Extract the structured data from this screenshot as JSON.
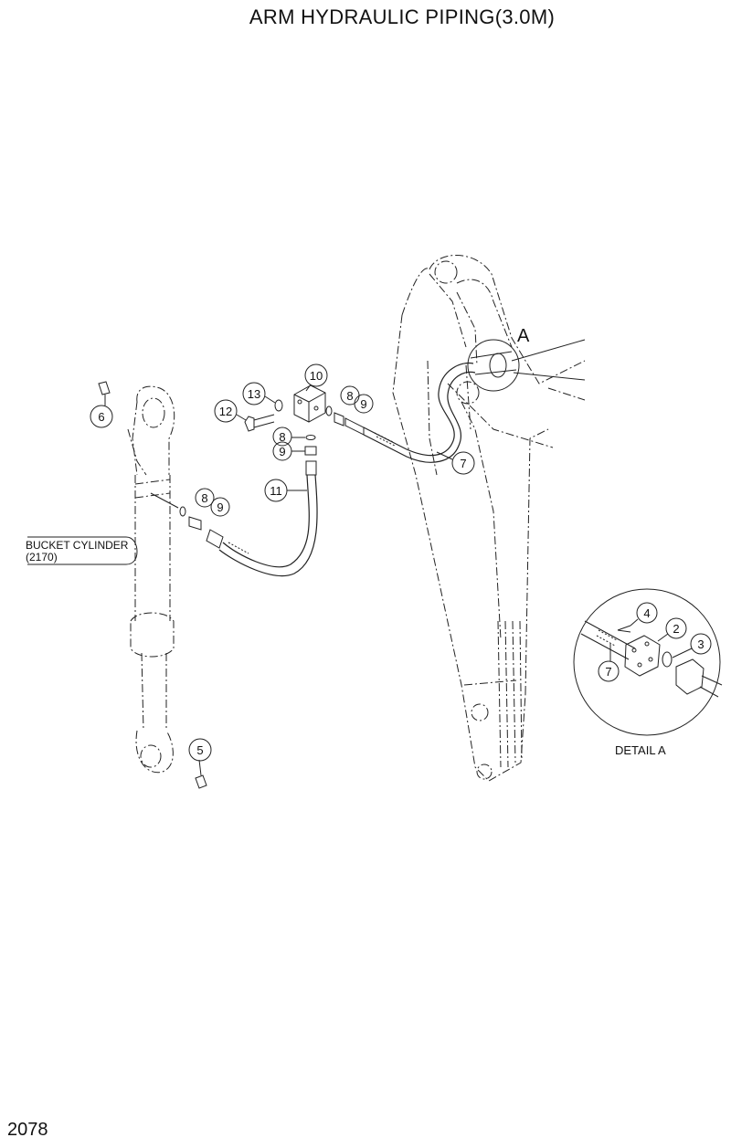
{
  "header": {
    "title": "ARM HYDRAULIC PIPING(3.0M)"
  },
  "footer": {
    "page_number": "2078"
  },
  "callouts": {
    "c6": "6",
    "c13": "13",
    "c10": "10",
    "c12": "12",
    "c8a": "8",
    "c9a": "9",
    "c8b": "8",
    "c9b": "9",
    "c11": "11",
    "c8c": "8",
    "c9c": "9",
    "c7": "7",
    "c5": "5",
    "c4": "4",
    "c2": "2",
    "c3": "3",
    "c7d": "7"
  },
  "labels": {
    "detail_marker": "A",
    "bucket_cylinder_line1": "BUCKET CYLINDER",
    "bucket_cylinder_line2": "(2170)",
    "detail_caption": "DETAIL  A"
  }
}
